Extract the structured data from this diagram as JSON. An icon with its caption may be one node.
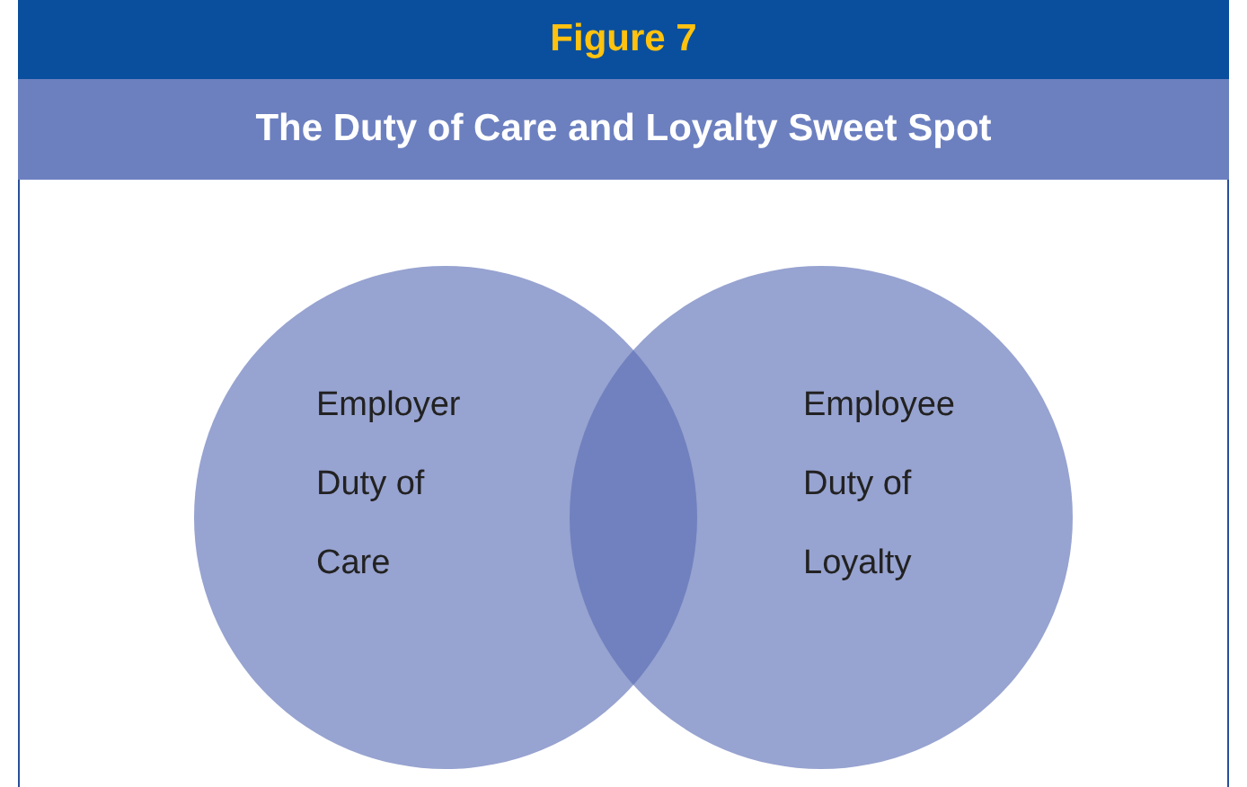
{
  "diagram": {
    "title": "The Duty of Care and Loyalty Sweet Spot",
    "nodes": [
      {
        "text": [
          "Employer Duty of Care"
        ]
      },
      {
        "text": [
          "Employee Duty of Loyalty"
        ]
      }
    ],
    "labels": [
      "Figure 7"
    ]
  }
}
